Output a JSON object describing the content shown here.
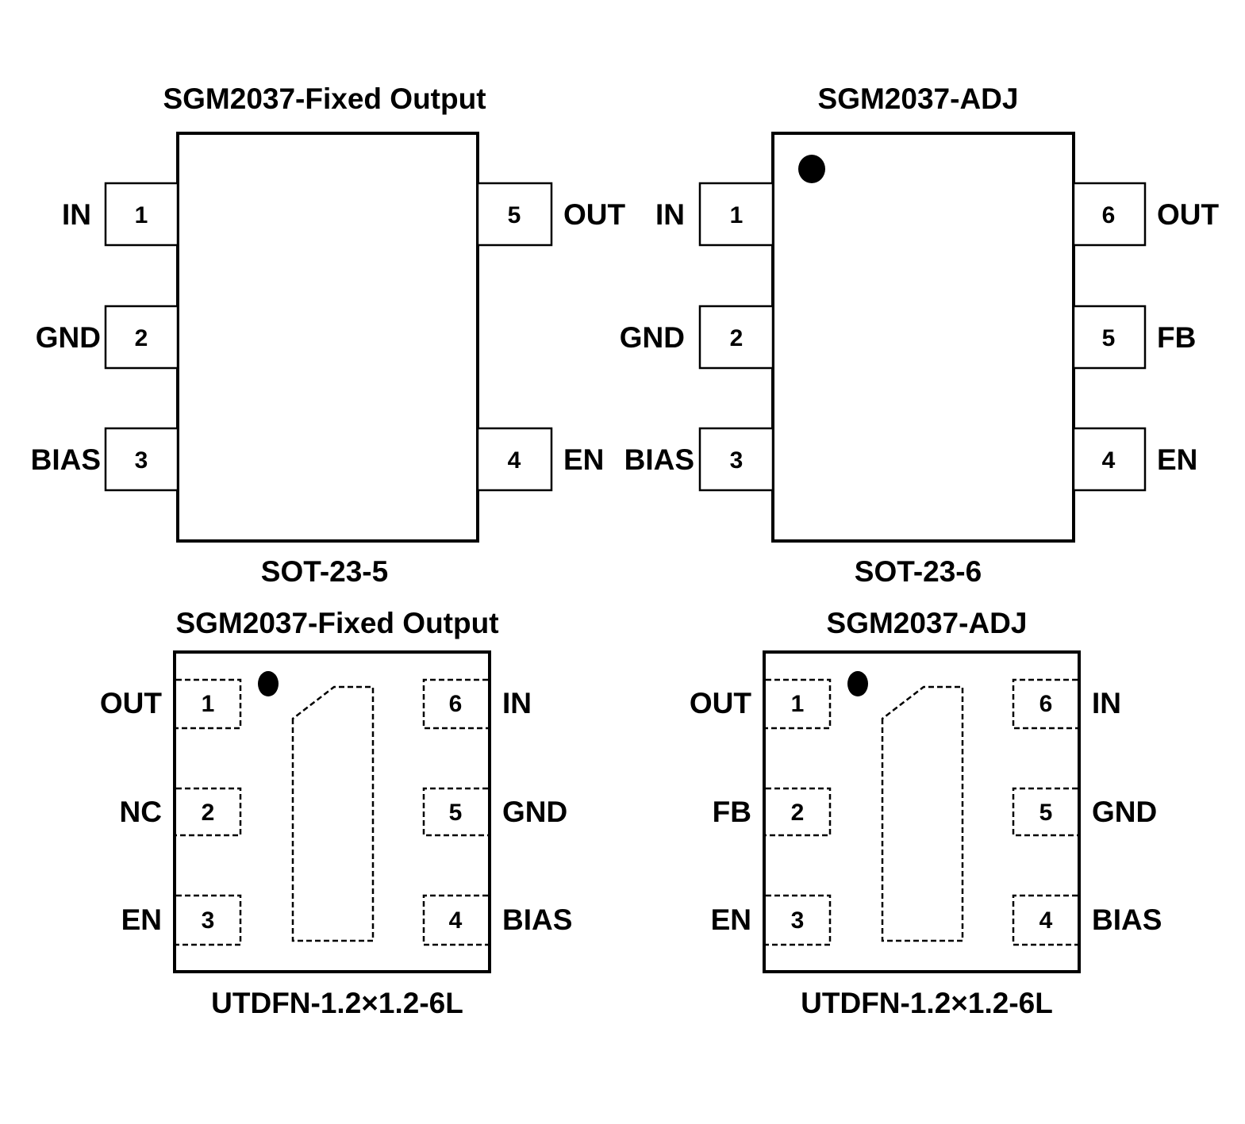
{
  "colors": {
    "ink": "#000000",
    "background": "#ffffff"
  },
  "diagrams": [
    {
      "title": "SGM2037-Fixed Output",
      "package": "SOT-23-5",
      "type": "sot",
      "pin1_dot": false,
      "left_pins": [
        {
          "num": "1",
          "name": "IN"
        },
        {
          "num": "2",
          "name": "GND"
        },
        {
          "num": "3",
          "name": "BIAS"
        }
      ],
      "right_pins": [
        {
          "num": "5",
          "name": "OUT"
        },
        null,
        {
          "num": "4",
          "name": "EN"
        }
      ]
    },
    {
      "title": "SGM2037-ADJ",
      "package": "SOT-23-6",
      "type": "sot",
      "pin1_dot": true,
      "left_pins": [
        {
          "num": "1",
          "name": "IN"
        },
        {
          "num": "2",
          "name": "GND"
        },
        {
          "num": "3",
          "name": "BIAS"
        }
      ],
      "right_pins": [
        {
          "num": "6",
          "name": "OUT"
        },
        {
          "num": "5",
          "name": "FB"
        },
        {
          "num": "4",
          "name": "EN"
        }
      ]
    },
    {
      "title": "SGM2037-Fixed Output",
      "package": "UTDFN-1.2×1.2-6L",
      "type": "dfn",
      "pin1_dot": true,
      "left_pins": [
        {
          "num": "1",
          "name": "OUT"
        },
        {
          "num": "2",
          "name": "NC"
        },
        {
          "num": "3",
          "name": "EN"
        }
      ],
      "right_pins": [
        {
          "num": "6",
          "name": "IN"
        },
        {
          "num": "5",
          "name": "GND"
        },
        {
          "num": "4",
          "name": "BIAS"
        }
      ]
    },
    {
      "title": "SGM2037-ADJ",
      "package": "UTDFN-1.2×1.2-6L",
      "type": "dfn",
      "pin1_dot": true,
      "left_pins": [
        {
          "num": "1",
          "name": "OUT"
        },
        {
          "num": "2",
          "name": "FB"
        },
        {
          "num": "3",
          "name": "EN"
        }
      ],
      "right_pins": [
        {
          "num": "6",
          "name": "IN"
        },
        {
          "num": "5",
          "name": "GND"
        },
        {
          "num": "4",
          "name": "BIAS"
        }
      ]
    }
  ]
}
